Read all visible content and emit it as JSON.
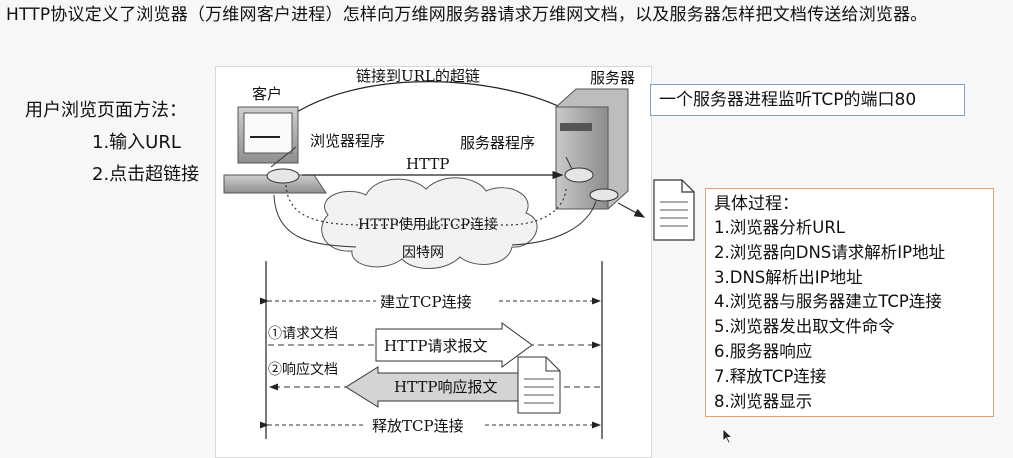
{
  "intro_text": "HTTP协议定义了浏览器（万维网客户进程）怎样向万维网服务器请求万维网文档，以及服务器怎样把文档传送给浏览器。",
  "user_methods": {
    "title": "用户浏览页面方法：",
    "items": [
      "1.输入URL",
      "2.点击超链接"
    ]
  },
  "diagram": {
    "client_label": "客户",
    "server_label": "服务器",
    "hyperlink_label": "链接到URL的超链",
    "browser_program": "浏览器程序",
    "server_program": "服务器程序",
    "http_label": "HTTP",
    "cloud_line1": "HTTP使用此TCP连接",
    "cloud_line2": "因特网",
    "establish_tcp": "建立TCP连接",
    "request_doc": "①请求文档",
    "request_msg": "HTTP请求报文",
    "response_doc": "②响应文档",
    "response_msg": "HTTP响应报文",
    "release_tcp": "释放TCP连接"
  },
  "port_note": "一个服务器进程监听TCP的端口80",
  "process": {
    "title": "具体过程：",
    "steps": [
      "1.浏览器分析URL",
      "2.浏览器向DNS请求解析IP地址",
      "3.DNS解析出IP地址",
      "4.浏览器与服务器建立TCP连接",
      "5.浏览器发出取文件命令",
      "6.服务器响应",
      "7.释放TCP连接",
      "8.浏览器显示"
    ]
  }
}
